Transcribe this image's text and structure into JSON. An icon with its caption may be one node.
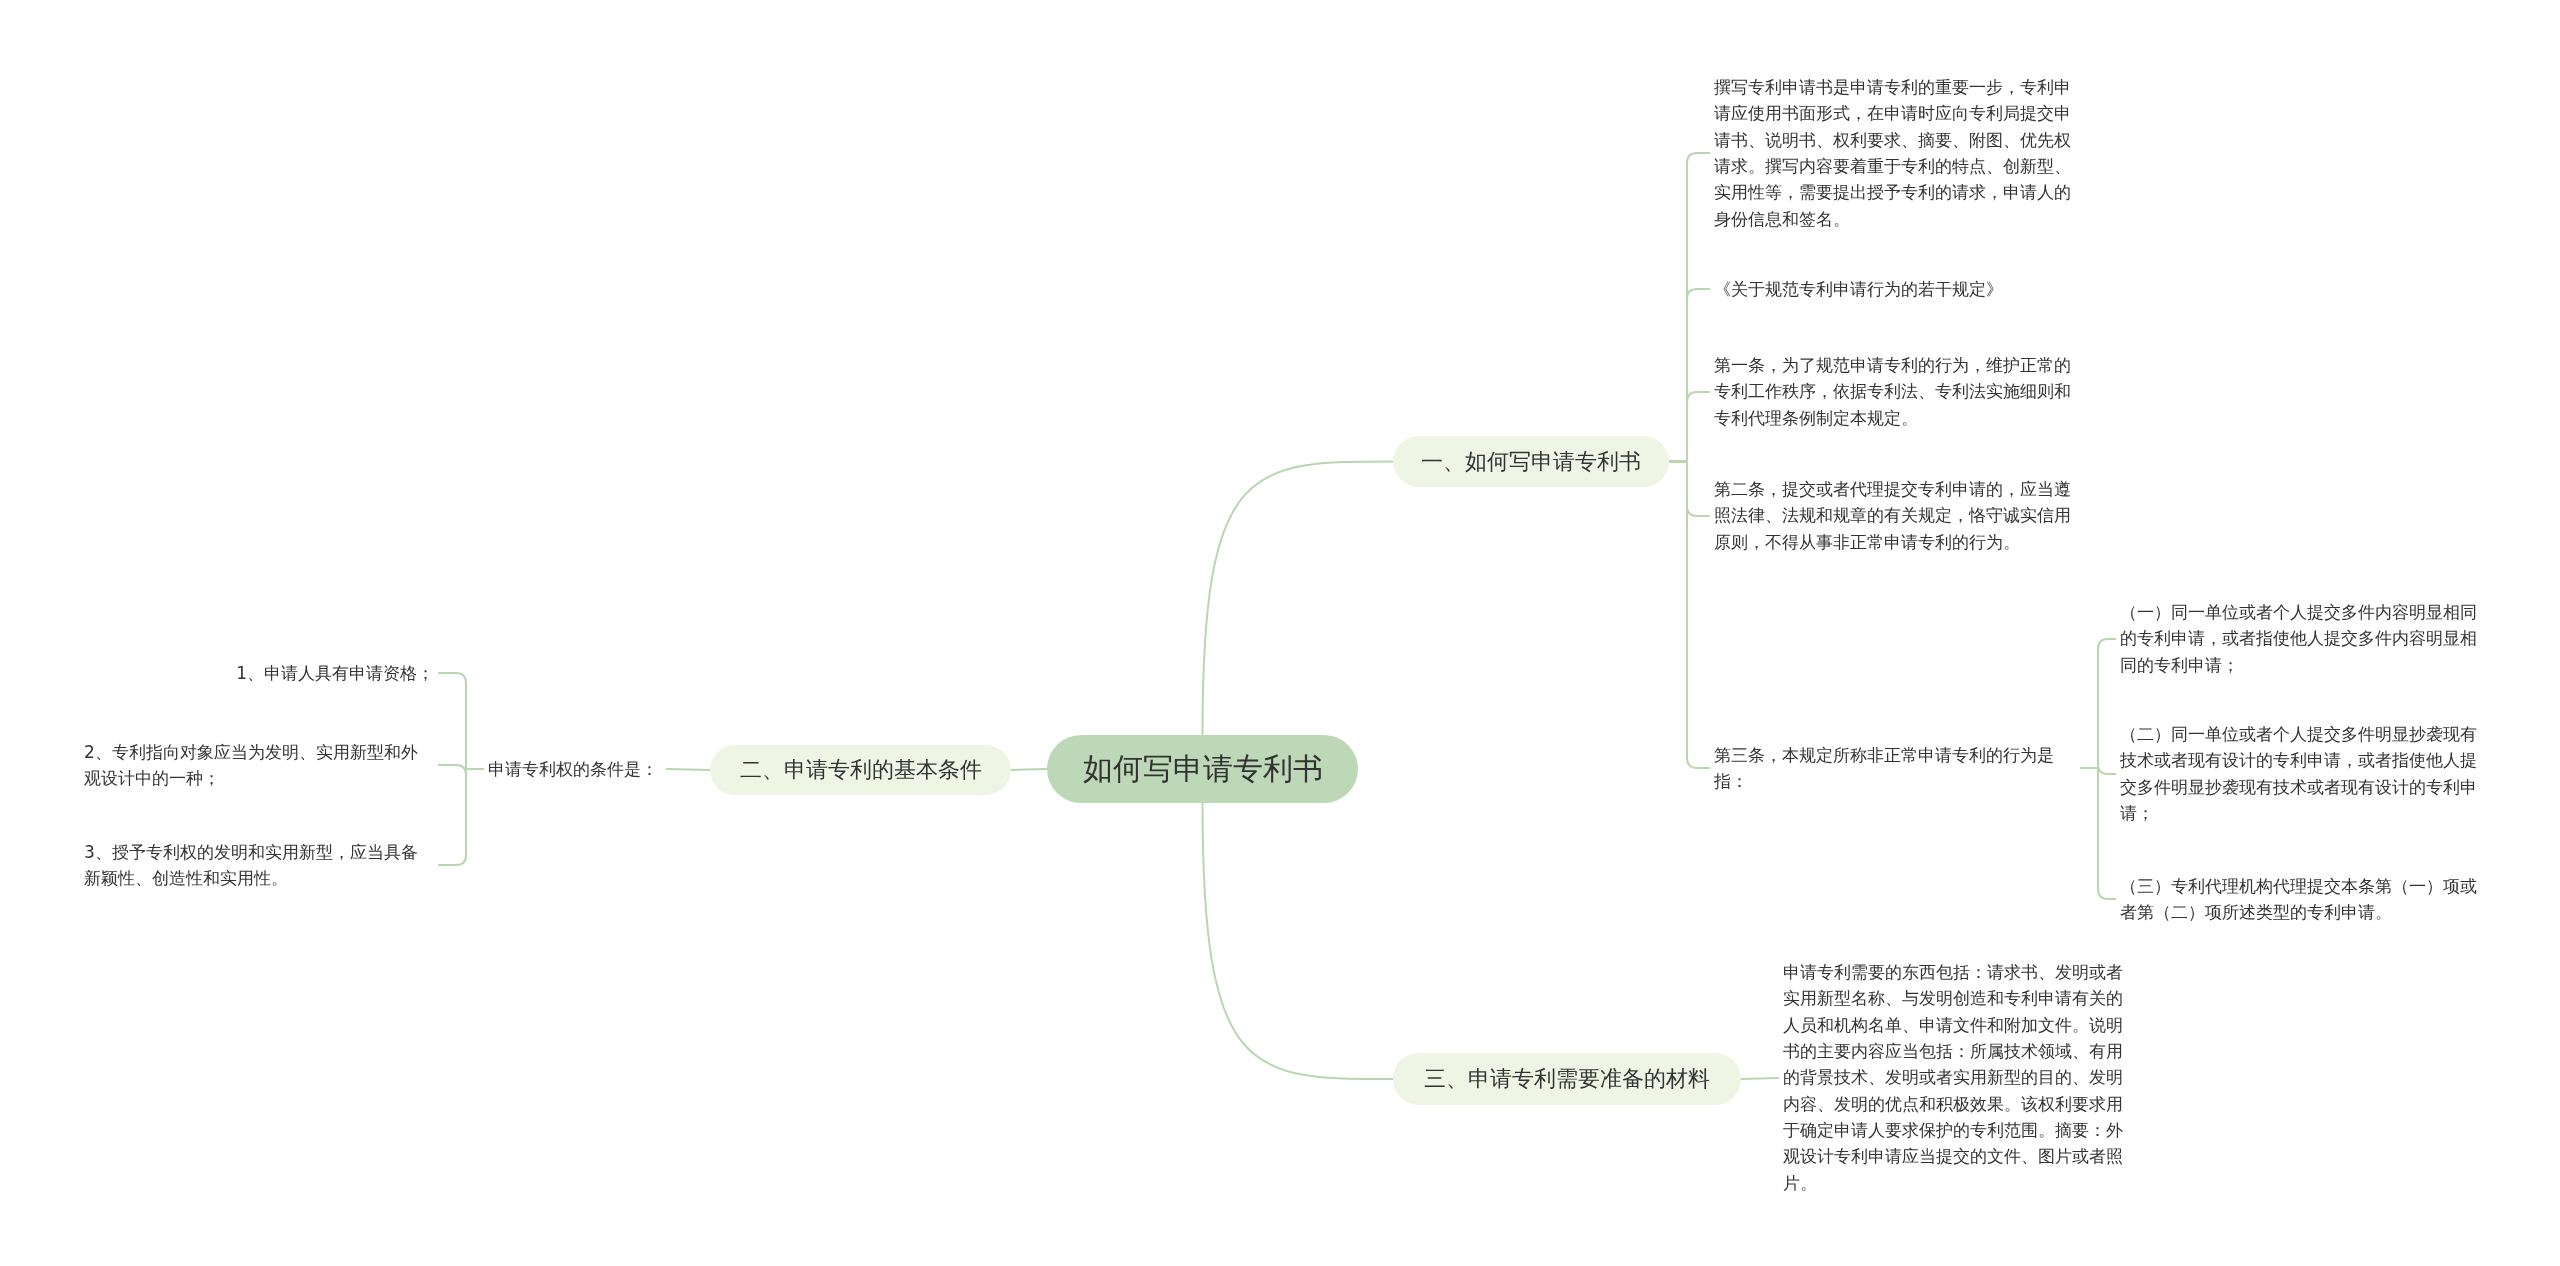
{
  "diagram": {
    "nodes": [
      {
        "text": [
          "如何写申请专利书"
        ]
      },
      {
        "text": [
          "一、如何写申请专利书"
        ]
      },
      {
        "text": [
          "撰写专利申请书是申请专利的重要一步，专利申请应使用书面形式，在申请时应向专利局提交申请书、说明书、权利要求、摘要、附图、优先权请求。撰写内容要着重于专利的特点、创新型、实用性等，需要提出授予专利的请求，申请人的身份信息和签名。"
        ]
      },
      {
        "text": [
          "《关于规范专利申请行为的若干规定》"
        ]
      },
      {
        "text": [
          "第一条，为了规范申请专利的行为，维护正常的专利工作秩序，依据专利法、专利法实施细则和专利代理条例制定本规定。"
        ]
      },
      {
        "text": [
          "第二条，提交或者代理提交专利申请的，应当遵照法律、法规和规章的有关规定，恪守诚实信用原则，不得从事非正常申请专利的行为。"
        ]
      },
      {
        "text": [
          "第三条，本规定所称非正常申请专利的行为是指："
        ]
      },
      {
        "text": [
          "（一）同一单位或者个人提交多件内容明显相同的专利申请，或者指使他人提交多件内容明显相同的专利申请；"
        ]
      },
      {
        "text": [
          "（二）同一单位或者个人提交多件明显抄袭现有技术或者现有设计的专利申请，或者指使他人提交多件明显抄袭现有技术或者现有设计的专利申请；"
        ]
      },
      {
        "text": [
          "（三）专利代理机构代理提交本条第（一）项或者第（二）项所述类型的专利申请。"
        ]
      },
      {
        "text": [
          "二、申请专利的基本条件"
        ]
      },
      {
        "text": [
          "申请专利权的条件是："
        ]
      },
      {
        "text": [
          "1、申请人具有申请资格；"
        ]
      },
      {
        "text": [
          "2、专利指向对象应当为发明、实用新型和外观设计中的一种；"
        ]
      },
      {
        "text": [
          "3、授予专利权的发明和实用新型，应当具备新颖性、创造性和实用性。"
        ]
      },
      {
        "text": [
          "三、申请专利需要准备的材料"
        ]
      },
      {
        "text": [
          "申请专利需要的东西包括：请求书、发明或者实用新型名称、与发明创造和专利申请有关的人员和机构名单、申请文件和附加文件。说明书的主要内容应当包括：所属技术领域、有用的背景技术、发明或者实用新型的目的、发明内容、发明的优点和积极效果。该权利要求用于确定申请人要求保护的专利范围。摘要：外观设计专利申请应当提交的文件、图片或者照片。"
        ]
      }
    ],
    "edges": [
      {
        "from": 0,
        "to": 1,
        "arrow": "none"
      },
      {
        "from": 1,
        "to": 2,
        "arrow": "none"
      },
      {
        "from": 1,
        "to": 3,
        "arrow": "none"
      },
      {
        "from": 1,
        "to": 4,
        "arrow": "none"
      },
      {
        "from": 1,
        "to": 5,
        "arrow": "none"
      },
      {
        "from": 1,
        "to": 6,
        "arrow": "none"
      },
      {
        "from": 6,
        "to": 7,
        "arrow": "none"
      },
      {
        "from": 6,
        "to": 8,
        "arrow": "none"
      },
      {
        "from": 6,
        "to": 9,
        "arrow": "none"
      },
      {
        "from": 0,
        "to": 10,
        "arrow": "none"
      },
      {
        "from": 10,
        "to": 11,
        "arrow": "none"
      },
      {
        "from": 11,
        "to": 12,
        "arrow": "none"
      },
      {
        "from": 11,
        "to": 13,
        "arrow": "none"
      },
      {
        "from": 11,
        "to": 14,
        "arrow": "none"
      },
      {
        "from": 0,
        "to": 15,
        "arrow": "none"
      },
      {
        "from": 15,
        "to": 16,
        "arrow": "none"
      }
    ]
  }
}
